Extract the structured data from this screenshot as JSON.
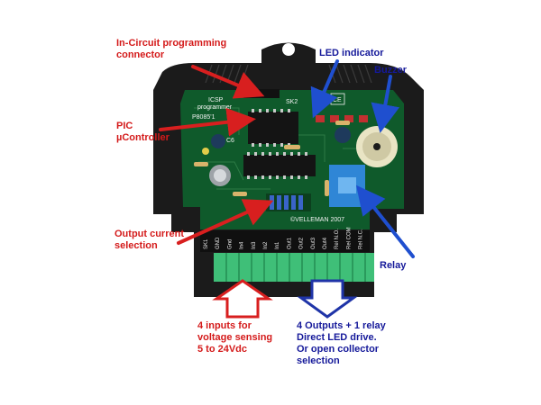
{
  "colors": {
    "red_label": "#d41a1a",
    "blue_label": "#15199a",
    "red_arrow": "#d81f1f",
    "blue_arrow": "#1f4fcf",
    "pcb": "#0f5a2b",
    "enclosure": "#1b1b1b",
    "terminal": "#3fbf78",
    "relay": "#2f86d6"
  },
  "labels": {
    "icsp": "In-Circuit programming\nconnector",
    "pic": "PIC\nµController",
    "output_current": "Output current\nselection",
    "led_indicator": "LED indicator",
    "buzzer": "Buzzer",
    "relay": "Relay",
    "inputs": "4 inputs for\nvoltage sensing\n5 to 24Vdc",
    "outputs": "4 Outputs + 1 relay\nDirect LED drive.\nOr open  collector\nselection"
  },
  "board": {
    "icsp": "ICSP",
    "programmer": "programmer",
    "model": "P8085'1",
    "sk2": "SK2",
    "ce": "CE",
    "c6": "C6",
    "copyright": "©VELLEMAN 2007",
    "terminals": [
      "SK1",
      "GND",
      "Gnd",
      "In4",
      "In3",
      "In2",
      "In1",
      "Out1",
      "Out2",
      "Out3",
      "Out4",
      "Rel N.O.",
      "Rel COM",
      "Rel N.C."
    ]
  }
}
